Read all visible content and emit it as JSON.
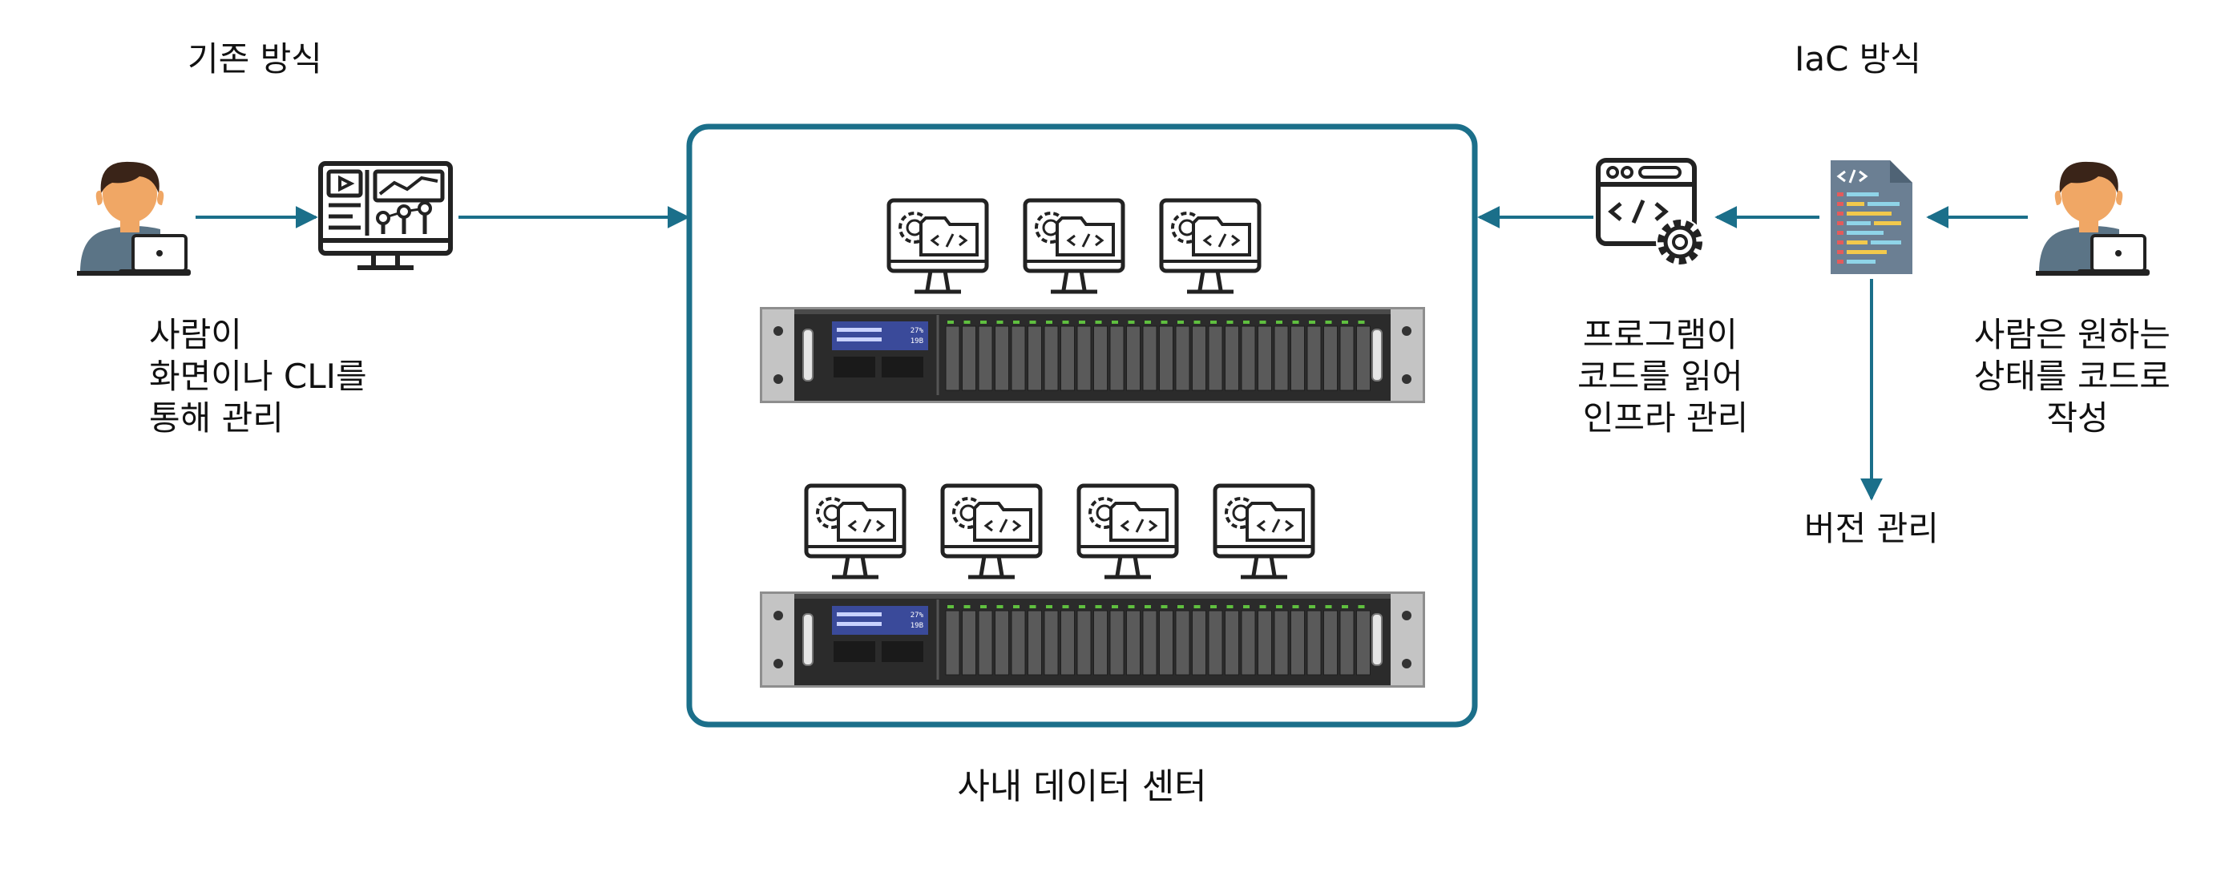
{
  "left": {
    "section_title": "기존 방식",
    "caption": [
      "사람이",
      "화면이나 CLI를",
      "통해 관리"
    ]
  },
  "right": {
    "section_title": "IaC 방식",
    "program_caption": [
      "프로그램이",
      "코드를 읽어",
      "인프라 관리"
    ],
    "person_caption": [
      "사람은 원하는",
      "상태를 코드로",
      "작성"
    ],
    "version_label": "버전 관리"
  },
  "center": {
    "label": "사내 데이터 센터",
    "top_rack_monitors": 3,
    "bottom_rack_monitors": 4,
    "rack_display": [
      "27%",
      "19B"
    ]
  },
  "colors": {
    "accent": "#1b6f8a",
    "skin": "#f0a765",
    "hair": "#3a2418",
    "shirt": "#5b7486",
    "rack_dark": "#2b2b2b",
    "rack_blue": "#3a4a9a",
    "drive_green": "#5fbf3f",
    "doc_body": "#6b7f93"
  },
  "icons": [
    "person-icon",
    "dashboard-icon",
    "code-monitor-icon",
    "server-rack-icon",
    "code-gear-window-icon",
    "code-document-icon"
  ]
}
